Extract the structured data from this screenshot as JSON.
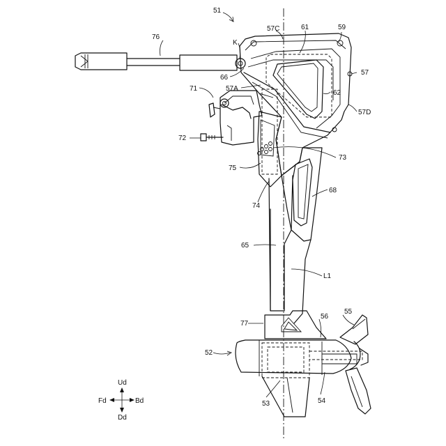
{
  "figure": {
    "assembly_label": "51",
    "labels": {
      "57C": "57C",
      "61": "61",
      "59": "59",
      "57": "57",
      "62": "62",
      "57D": "57D",
      "76": "76",
      "K": "K",
      "66": "66",
      "57A": "57A",
      "71": "71",
      "72": "72",
      "73": "73",
      "75": "75",
      "74": "74",
      "68": "68",
      "65": "65",
      "L1": "L1",
      "55": "55",
      "56": "56",
      "77": "77",
      "52": "52",
      "53": "53",
      "54": "54"
    },
    "directions": {
      "up": "Ud",
      "down": "Dd",
      "forward": "Fd",
      "backward": "Bd"
    }
  }
}
